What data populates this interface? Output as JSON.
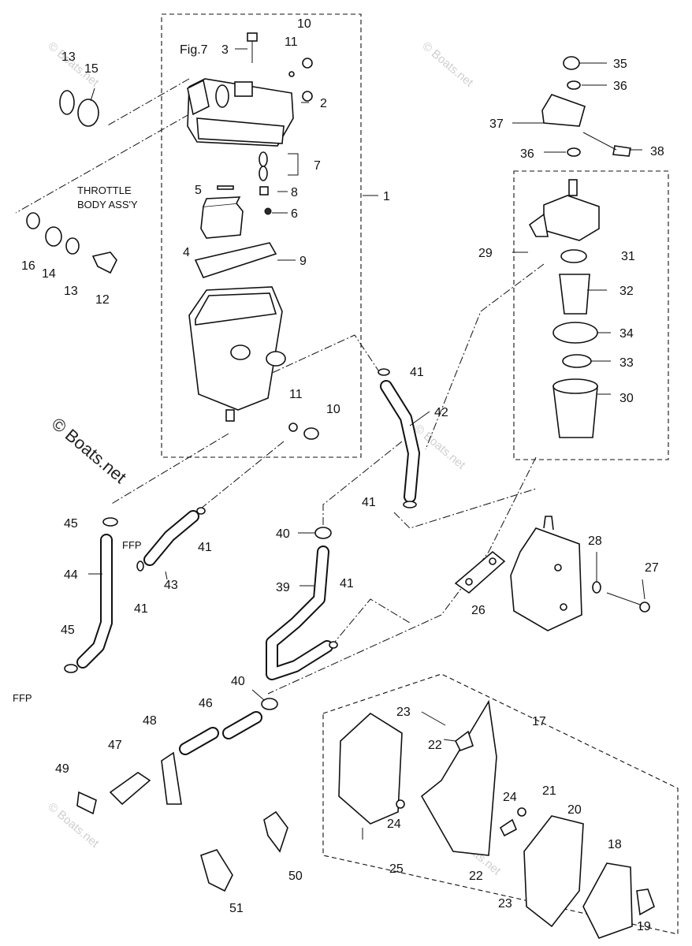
{
  "watermark": {
    "text": "© Boats.net",
    "faint_text": "© Boats.net"
  },
  "notes": {
    "fig_ref": "Fig.7",
    "throttle_line1": "THROTTLE",
    "throttle_line2": "BODY ASS'Y",
    "ffp_left": "FFP",
    "ffp_bottom": "FFP"
  },
  "callouts": {
    "c1": "1",
    "c2": "2",
    "c3": "3",
    "c4": "4",
    "c5": "5",
    "c6": "6",
    "c7": "7",
    "c8": "8",
    "c9": "9",
    "c10a": "10",
    "c10b": "10",
    "c11a": "11",
    "c11b": "11",
    "c12": "12",
    "c13a": "13",
    "c13b": "13",
    "c14": "14",
    "c15": "15",
    "c16": "16",
    "c17": "17",
    "c18": "18",
    "c19": "19",
    "c20": "20",
    "c21": "21",
    "c22a": "22",
    "c22b": "22",
    "c23a": "23",
    "c23b": "23",
    "c24a": "24",
    "c24b": "24",
    "c25": "25",
    "c26": "26",
    "c27": "27",
    "c28": "28",
    "c29": "29",
    "c30": "30",
    "c31": "31",
    "c32": "32",
    "c33": "33",
    "c34": "34",
    "c35": "35",
    "c36a": "36",
    "c36b": "36",
    "c37": "37",
    "c38": "38",
    "c39": "39",
    "c40a": "40",
    "c40b": "40",
    "c41a": "41",
    "c41b": "41",
    "c41c": "41",
    "c41d": "41",
    "c41e": "41",
    "c42": "42",
    "c43": "43",
    "c44": "44",
    "c45a": "45",
    "c45b": "45",
    "c46": "46",
    "c47": "47",
    "c48": "48",
    "c49": "49",
    "c50": "50",
    "c51": "51"
  }
}
